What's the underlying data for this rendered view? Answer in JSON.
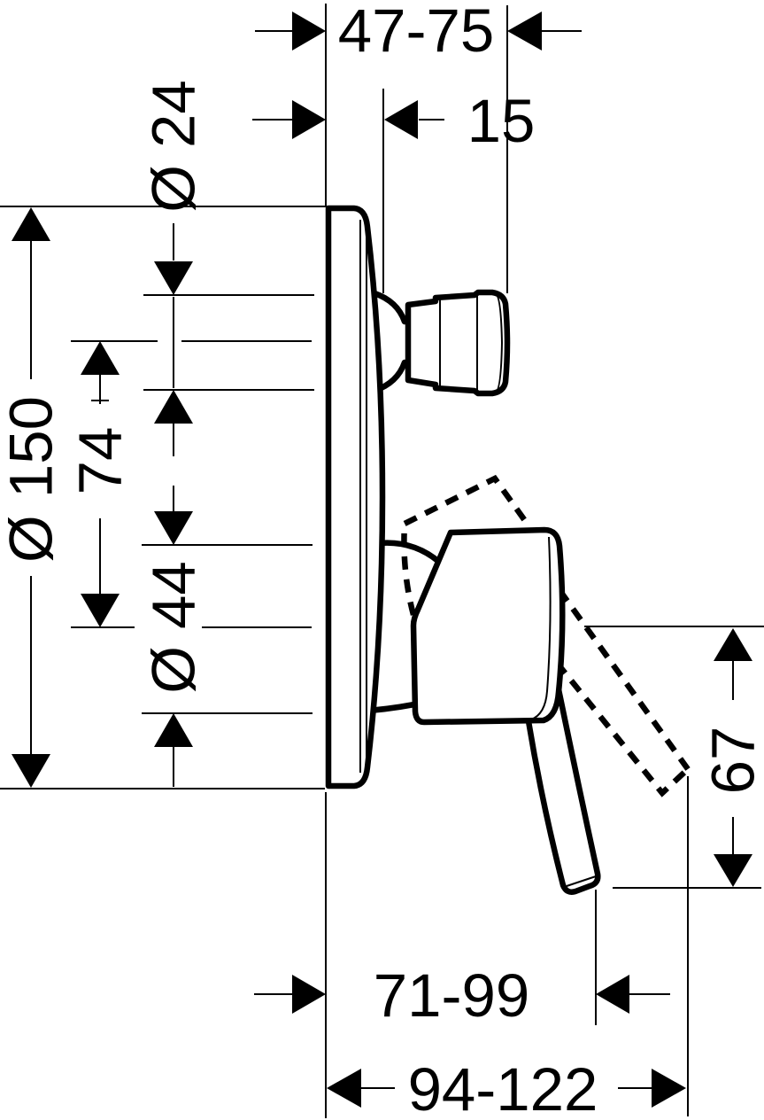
{
  "drawing": {
    "type": "technical-dimension-drawing",
    "subject": "concealed single-lever bath mixer, side view",
    "colors": {
      "line": "#000000",
      "background": "#ffffff"
    }
  },
  "dimensions": {
    "install_depth_range": "47-75",
    "plate_projection": "15",
    "spigot_diameter": "Ø 24",
    "plate_diameter": "Ø 150",
    "sleeve_diameter": "74",
    "hub_diameter": "Ø 44",
    "lever_drop": "67",
    "lever_projection_range": "71-99",
    "total_projection_range": "94-122"
  }
}
